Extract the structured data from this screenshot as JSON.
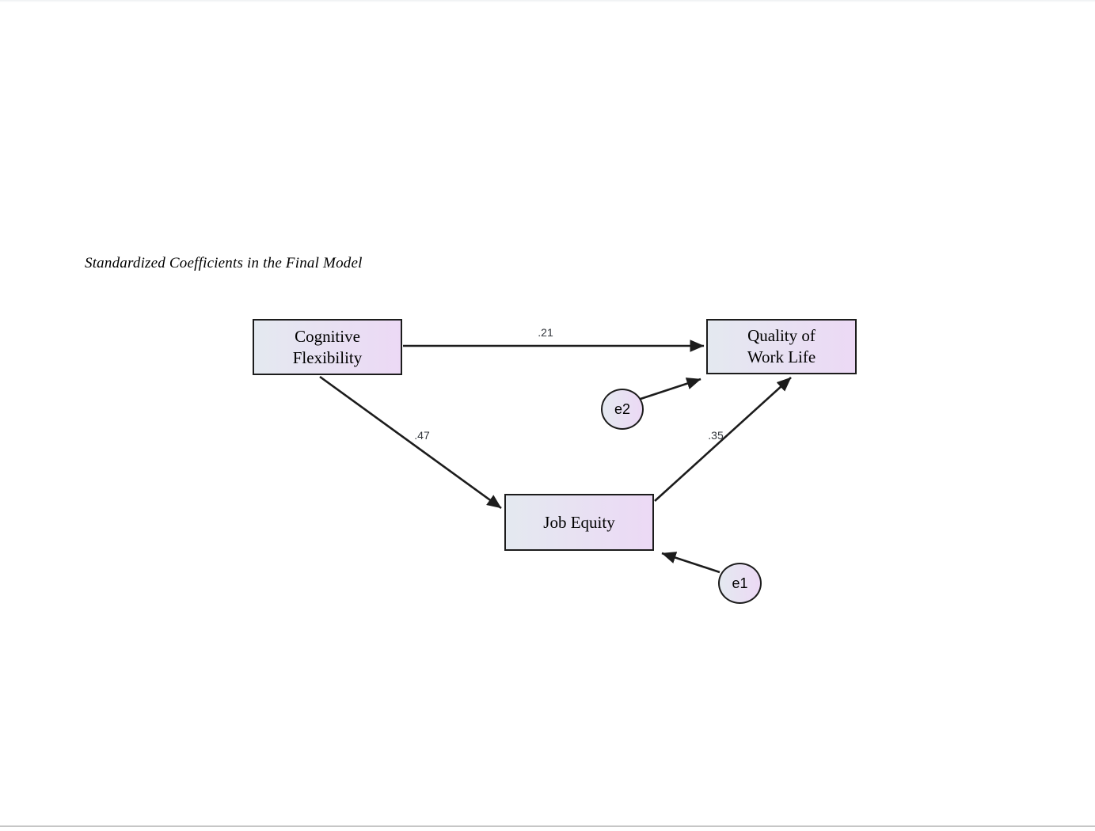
{
  "page": {
    "title": "Standardized Coefficients in the Final Model"
  },
  "diagram": {
    "type": "sem-path-diagram",
    "colors": {
      "node_fill_left": "#e4e9f0",
      "node_fill_right": "#ecd9f5",
      "node_border": "#1c1c1c",
      "arrow_color": "#1c1c1c",
      "coefficient_color": "#32363c",
      "bottom_rule": "#c6c6c6",
      "page_background": "#ffffff"
    },
    "nodes": {
      "cognitive_flexibility": {
        "lines": [
          "Cognitive",
          "Flexibility"
        ]
      },
      "quality_of_work_life": {
        "lines": [
          "Quality of",
          "Work Life"
        ]
      },
      "job_equity": {
        "lines": [
          "Job Equity"
        ]
      },
      "e1": {
        "label": "e1"
      },
      "e2": {
        "label": "e2"
      }
    },
    "paths": [
      {
        "from": "Cognitive Flexibility",
        "to": "Quality of Work Life",
        "coefficient": ".21"
      },
      {
        "from": "Cognitive Flexibility",
        "to": "Job Equity",
        "coefficient": ".47"
      },
      {
        "from": "Job Equity",
        "to": "Quality of Work Life",
        "coefficient": ".35"
      },
      {
        "from": "e2",
        "to": "Quality of Work Life",
        "coefficient": ""
      },
      {
        "from": "e1",
        "to": "Job Equity",
        "coefficient": ""
      }
    ]
  }
}
